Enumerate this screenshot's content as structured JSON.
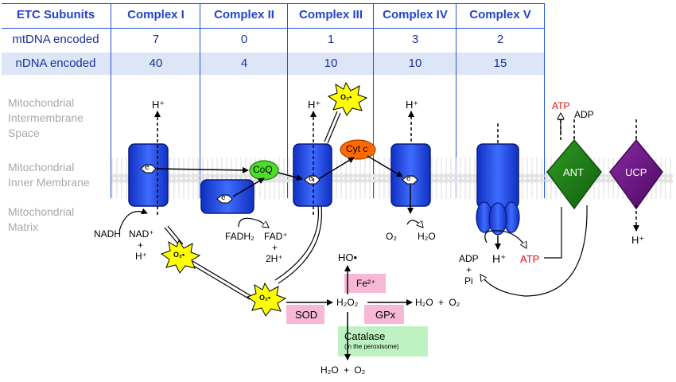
{
  "table": {
    "header": [
      "ETC Subunits",
      "Complex I",
      "Complex II",
      "Complex III",
      "Complex IV",
      "Complex V"
    ],
    "rows": [
      {
        "label": "mtDNA encoded",
        "values": [
          "7",
          "0",
          "1",
          "3",
          "2"
        ]
      },
      {
        "label": "nDNA encoded",
        "values": [
          "40",
          "4",
          "10",
          "10",
          "15"
        ]
      }
    ]
  },
  "regions": {
    "ims": [
      "Mitochondrial",
      "Intermembrane",
      "Space"
    ],
    "inner": [
      "Mitochondrial",
      "Inner Membrane"
    ],
    "matrix": [
      "Mitochondrial",
      "Matrix"
    ]
  },
  "labels": {
    "h_plus": "H⁺",
    "electron": "e⁻",
    "coq": "CoQ",
    "cytc": "Cyt c",
    "ant": "ANT",
    "ucp": "UCP",
    "atp": "ATP",
    "adp": "ADP",
    "nadh": "NADH",
    "nad_plus": "NAD⁺",
    "plus": "+",
    "fadh2": "FADH₂",
    "fad_plus": "FAD⁺",
    "two_h_plus": "2H⁺",
    "o2": "O₂",
    "h2o": "H₂O",
    "superoxide": "O₂•",
    "pi": "Pi",
    "ho_radical": "HO•",
    "fe2": "Fe²⁺",
    "h2o2": "H₂O₂",
    "sod": "SOD",
    "gpx": "GPx",
    "h2o_plus_o2": "H₂O + O₂",
    "catalase": "Catalase",
    "catalase_note": "(in the peroxisome)"
  },
  "colors": {
    "table_text": "#2244cc",
    "row_shade": "#dde6f7",
    "complex_fill": "#1f45e0",
    "coq_fill": "#4ddc2a",
    "cytc_fill": "#ff6a00",
    "ant_fill": "#1a7d16",
    "ucp_fill": "#6a1080",
    "superoxide_fill": "#ffff00",
    "sod_box": "#f7b8d6",
    "catalase_box": "#bff2c2",
    "atp_text": "#e21010",
    "region_text": "#a8a8a8"
  }
}
